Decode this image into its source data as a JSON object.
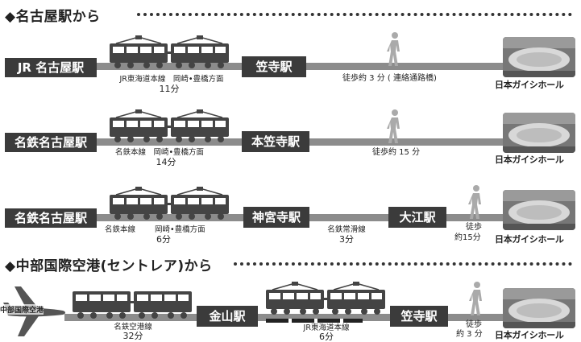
{
  "section1_title": "◆名古屋駅から",
  "section2_title": "◆中部国際空港(セントレア)から",
  "destination": "日本ガイシホール",
  "route1": {
    "start": "JR 名古屋駅",
    "line_name": "JR東海道本線　岡崎•豊橋方面",
    "time": "11分",
    "transfer": "笠寺駅",
    "walk": "徒歩約 3 分 ( 連絡通路橋)"
  },
  "route2": {
    "start": "名鉄名古屋駅",
    "line_name": "名鉄本線　岡崎•豊橋方面",
    "time": "14分",
    "transfer": "本笠寺駅",
    "walk": "徒歩約 15 分"
  },
  "route3": {
    "start": "名鉄名古屋駅",
    "line_name1": "名鉄本線",
    "line_dir1": "岡崎•豊橋方面",
    "time1": "6分",
    "transfer1": "神宮寺駅",
    "line_name2": "名鉄常滑線",
    "time2": "3分",
    "transfer2": "大江駅",
    "walk_label": "徒歩",
    "walk_time": "約15分"
  },
  "route4": {
    "start": "中部国際空港",
    "line_name1": "名鉄空港線",
    "time1": "32分",
    "transfer1": "金山駅",
    "line_name2": "JR東海道本線",
    "time2": "6分",
    "transfer2": "笠寺駅",
    "walk_label": "徒歩",
    "walk_time": "約 3 分"
  }
}
